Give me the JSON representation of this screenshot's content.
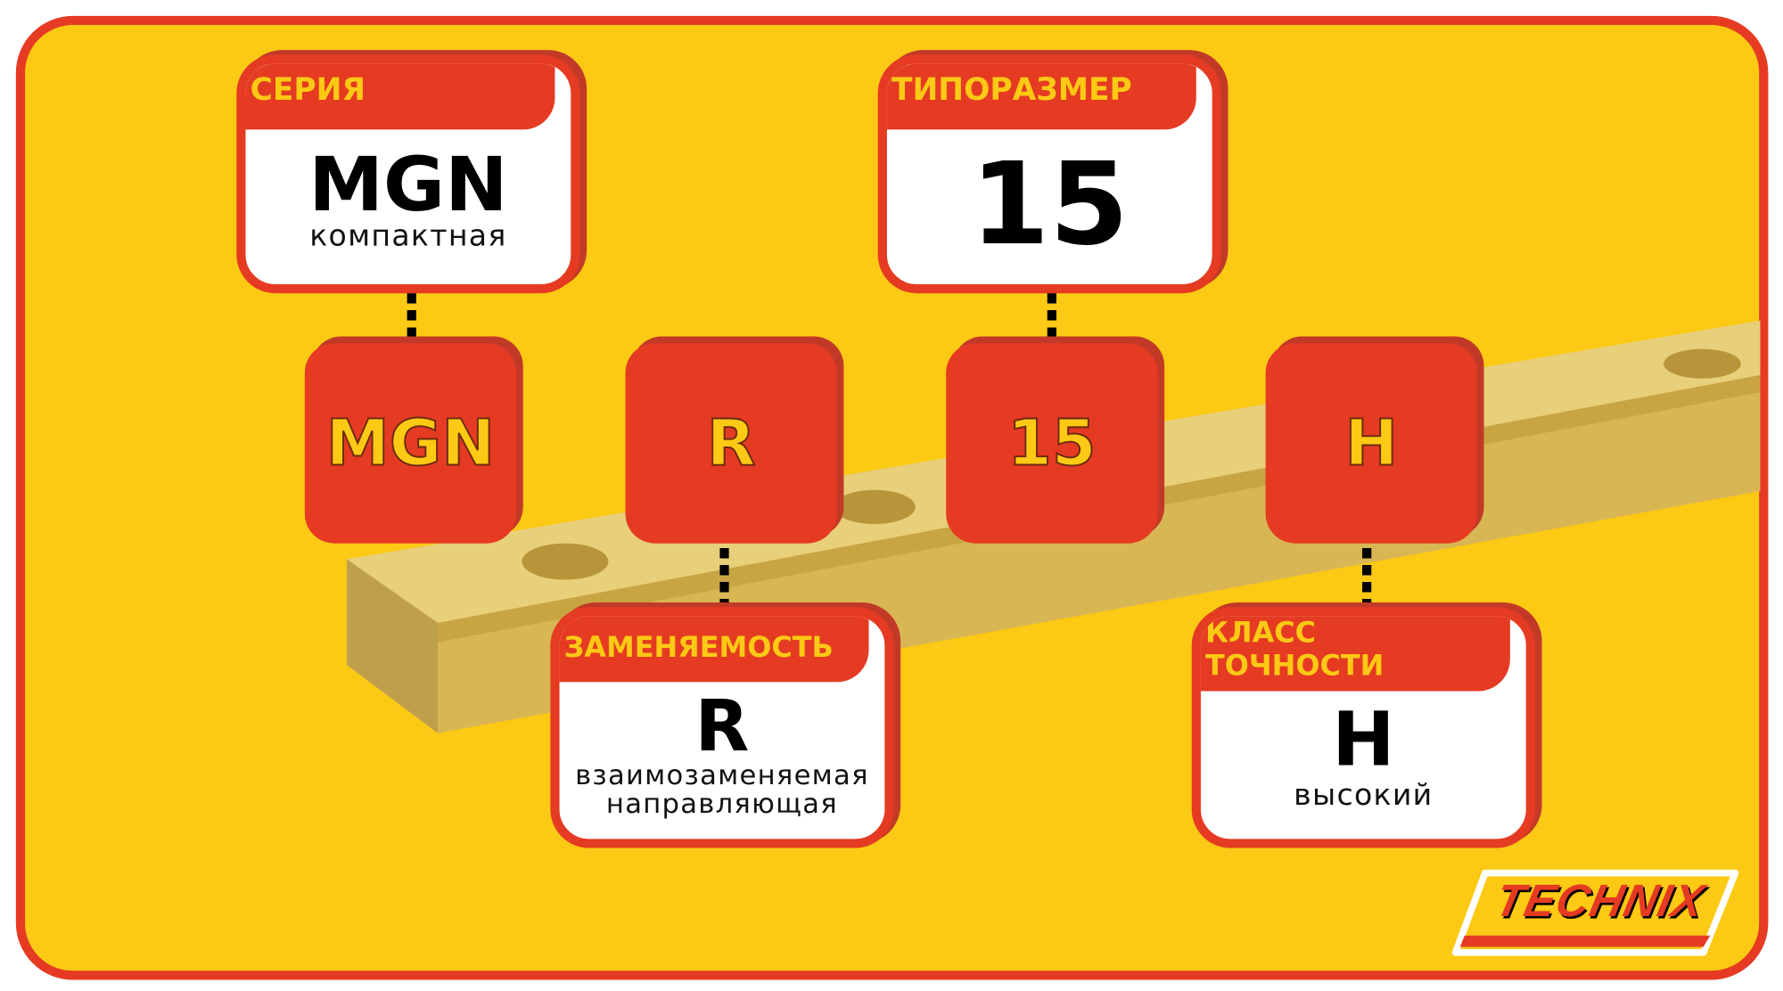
{
  "cards": {
    "series": {
      "header": "СЕРИЯ",
      "value": "MGN",
      "desc": "компактная"
    },
    "size": {
      "header": "ТИПОРАЗМЕР",
      "value": "15"
    },
    "interchange": {
      "header": "ЗАМЕНЯЕМОСТЬ",
      "value": "R",
      "desc_line1": "взаимозаменяемая",
      "desc_line2": "направляющая"
    },
    "accuracy": {
      "header_line1": "КЛАСС",
      "header_line2": "ТОЧНОСТИ",
      "value": "H",
      "desc": "высокий"
    }
  },
  "code_blocks": [
    "MGN",
    "R",
    "15",
    "H"
  ],
  "logo": {
    "text": "TECHNIX"
  },
  "colors": {
    "background": "#FCC914",
    "accent": "#E53B22",
    "rail": "#D9B654"
  }
}
